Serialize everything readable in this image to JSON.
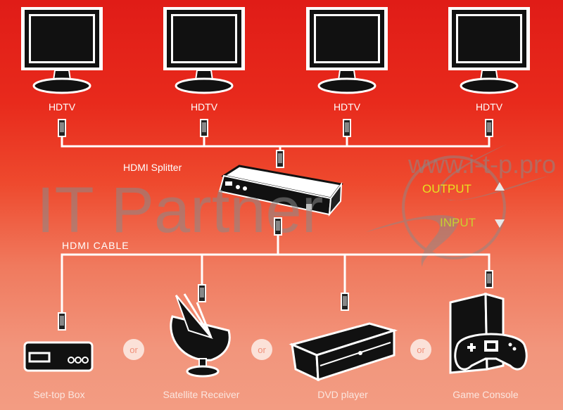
{
  "outputs": [
    {
      "label": "HDTV",
      "icon": "tv-icon"
    },
    {
      "label": "HDTV",
      "icon": "tv-icon"
    },
    {
      "label": "HDTV",
      "icon": "tv-icon"
    },
    {
      "label": "HDTV",
      "icon": "tv-icon"
    }
  ],
  "splitter_label": "HDMI Splitter",
  "cable_label": "HDMI CABLE",
  "legend": {
    "output": "OUTPUT",
    "input": "INPUT",
    "output_color": "#e8e020",
    "input_color": "#c8d030"
  },
  "sources": [
    {
      "label": "Set-top Box",
      "icon": "set-top-box-icon"
    },
    {
      "label": "Satellite Receiver",
      "icon": "satellite-dish-icon"
    },
    {
      "label": "DVD player",
      "icon": "dvd-player-icon"
    },
    {
      "label": "Game Console",
      "icon": "game-console-icon"
    }
  ],
  "or_label": "or",
  "watermark": {
    "brand": "IT Partner",
    "url": "www.i-t-p.pro"
  }
}
